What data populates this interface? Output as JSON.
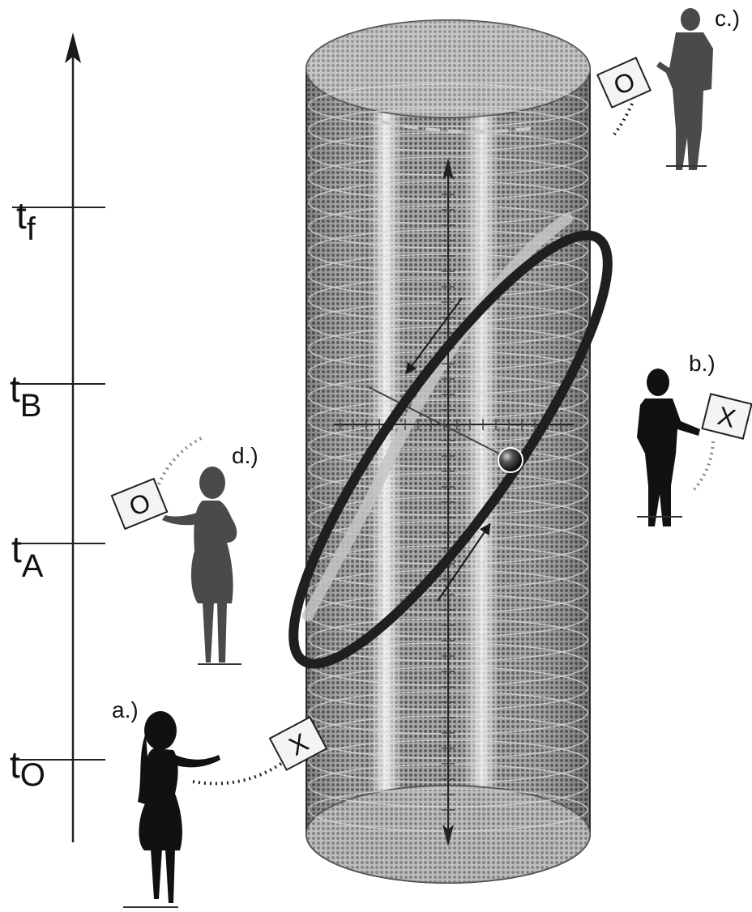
{
  "timeline": {
    "ticks": [
      {
        "main": "t",
        "sub": "f"
      },
      {
        "main": "t",
        "sub": "B"
      },
      {
        "main": "t",
        "sub": "A"
      },
      {
        "main": "t",
        "sub": "O"
      }
    ]
  },
  "panels": [
    {
      "label": "a.)",
      "card": "X"
    },
    {
      "label": "b.)",
      "card": "X"
    },
    {
      "label": "c.)",
      "card": "O"
    },
    {
      "label": "d.)",
      "card": "O"
    }
  ],
  "colors": {
    "ink": "#1a1a1a",
    "cylinder_shade": "#8c8c8c",
    "ring": "#1f1f1f",
    "ghost_ring": "#c8c8c8",
    "silhouette_dark": "#111111",
    "silhouette_mid": "#4a4a4a"
  },
  "icons": {
    "timeline_arrow": "arrow-up-icon",
    "sphere": "sphere-icon",
    "figures": [
      "woman-silhouette-icon",
      "man-silhouette-icon",
      "man-silhouette-icon",
      "woman-silhouette-icon"
    ]
  }
}
